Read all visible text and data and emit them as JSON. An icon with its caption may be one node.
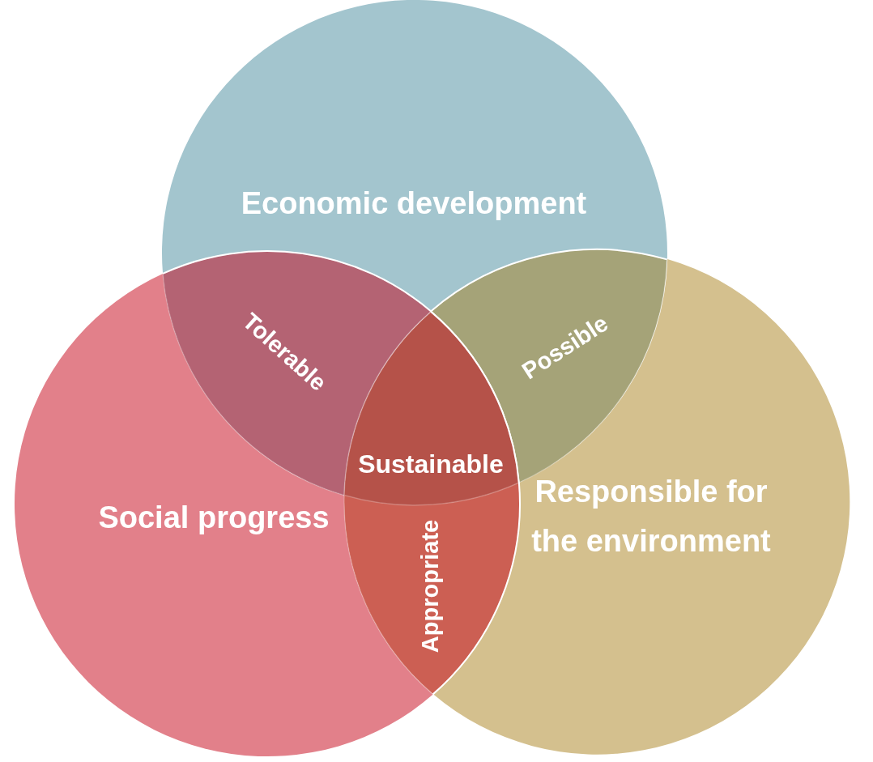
{
  "diagram": {
    "nodes": [
      {
        "text": [
          "Economic development"
        ]
      },
      {
        "text": [
          "Social progress"
        ]
      },
      {
        "text": [
          "Responsible for the environment"
        ]
      },
      {
        "text": [
          "Tolerable"
        ]
      },
      {
        "text": [
          "Possible"
        ]
      },
      {
        "text": [
          "Sustainable"
        ]
      },
      {
        "text": [
          "Appropriate"
        ]
      }
    ]
  }
}
